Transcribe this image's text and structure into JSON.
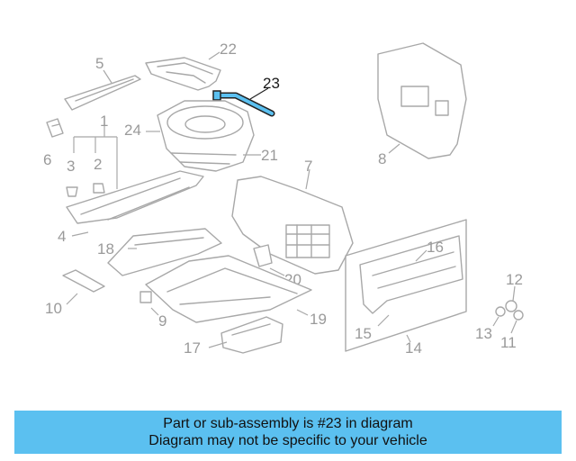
{
  "callouts": {
    "c1": "1",
    "c2": "2",
    "c3": "3",
    "c4": "4",
    "c5": "5",
    "c6": "6",
    "c7": "7",
    "c8": "8",
    "c9": "9",
    "c10": "10",
    "c11": "11",
    "c12": "12",
    "c13": "13",
    "c14": "14",
    "c15": "15",
    "c16": "16",
    "c17": "17",
    "c18": "18",
    "c19": "19",
    "c20": "20",
    "c21": "21",
    "c22": "22",
    "c23": "23",
    "c24": "24"
  },
  "highlight": {
    "part": "23",
    "color": "#5bc0f0"
  },
  "banner": {
    "line1": "Part or sub-assembly is #23 in diagram",
    "line2": "Diagram may not be specific to your vehicle",
    "background": "#5bc0f0"
  }
}
